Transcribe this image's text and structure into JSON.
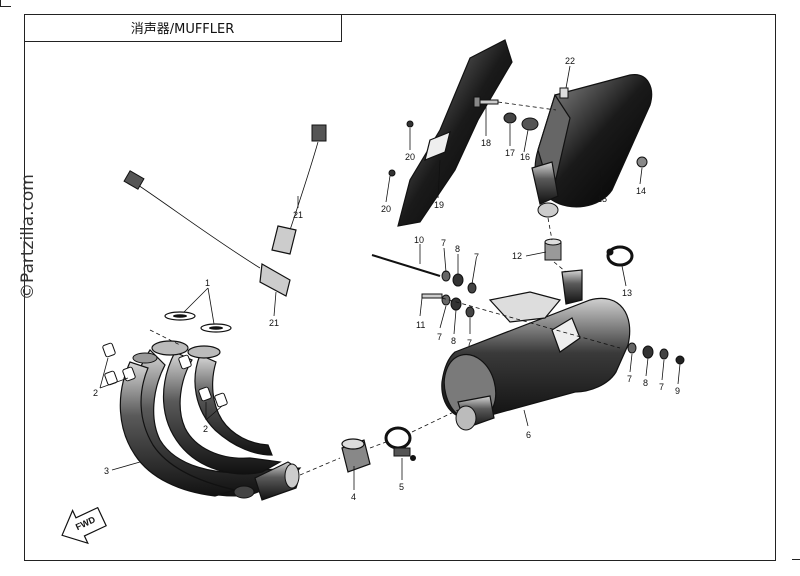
{
  "title": "消声器/MUFFLER",
  "watermark": "©Partzilla.com",
  "fwd_label": "FWD",
  "callouts": {
    "c1": "1",
    "c2a": "2",
    "c2b": "2",
    "c3": "3",
    "c4": "4",
    "c5": "5",
    "c6": "6",
    "c7a": "7",
    "c7b": "7",
    "c7c": "7",
    "c7d": "7",
    "c7e": "7",
    "c7f": "7",
    "c8a": "8",
    "c8b": "8",
    "c8c": "8",
    "c9": "9",
    "c10": "10",
    "c11": "11",
    "c12": "12",
    "c13": "13",
    "c14": "14",
    "c15": "15",
    "c16": "16",
    "c17": "17",
    "c18": "18",
    "c19": "19",
    "c20a": "20",
    "c20b": "20",
    "c21a": "21",
    "c21b": "21",
    "c22": "22"
  }
}
